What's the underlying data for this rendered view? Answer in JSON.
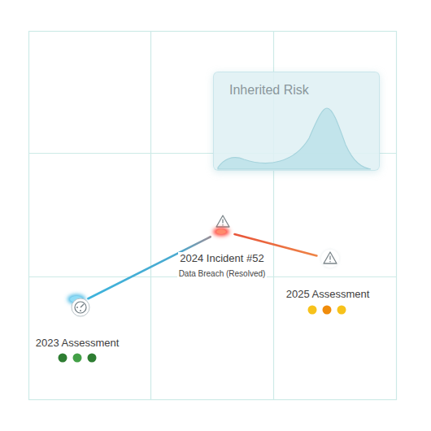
{
  "diagram": {
    "nodes": [
      {
        "text": [
          "Inherited Risk"
        ]
      },
      {
        "text": [
          "2024 Incident #52",
          "Data Breach (Resolved)"
        ]
      },
      {
        "text": [
          "2025 Assessment"
        ]
      },
      {
        "text": [
          "2023 Assessment"
        ]
      }
    ],
    "edges": [
      {
        "from": 3,
        "to": 1,
        "arrow": "none"
      },
      {
        "from": 1,
        "to": 2,
        "arrow": "none"
      }
    ]
  }
}
